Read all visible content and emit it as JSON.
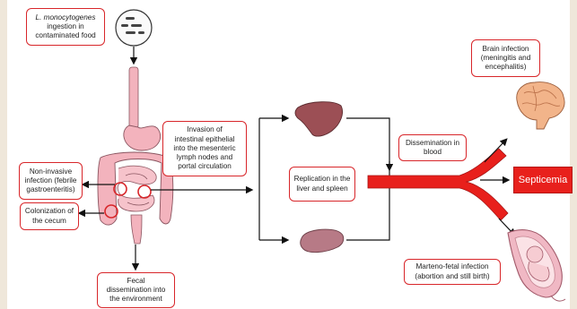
{
  "title": "",
  "labels": {
    "ingestion_prefix": "L. monocytogenes",
    "ingestion_rest": "ingestion in\ncontaminated food",
    "invasion": "Invasion of\nintestinal epithelial\ninto the mesenteric\nlymph nodes and\nportal circulation",
    "noninvasive": "Non-invasive\ninfection (febrile\ngastroenteritis)",
    "colonization": "Colonization of\nthe cecum",
    "fecal": "Fecal\ndissemination into\nthe environment",
    "replication": "Replication in the\nliver and spleen",
    "dissemination": "Dissemination in\nblood",
    "brain": "Brain infection\n(meningitis and\nencephalitis)",
    "septicemia": "Septicemia",
    "maternofetal": "Marteno-fetal infection\n(abortion and still birth)"
  },
  "colors": {
    "border_red": "#d8262a",
    "septicemia_fill": "#e8201c",
    "vessel": "#e8201c",
    "gut_pink": "#f0a8b4",
    "liver": "#9c4f55",
    "spleen": "#b77a86",
    "brain": "#f2b48a"
  }
}
